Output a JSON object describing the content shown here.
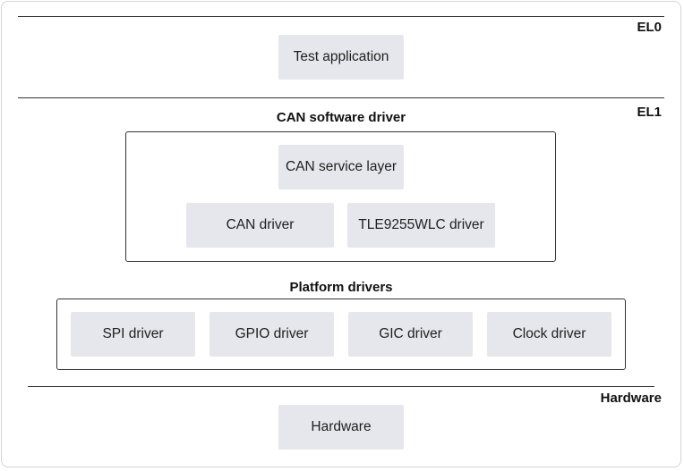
{
  "levels": {
    "el0": "EL0",
    "el1": "EL1",
    "hardware": "Hardware"
  },
  "el0": {
    "test_application": "Test application"
  },
  "can_software_driver": {
    "title": "CAN software driver",
    "service_layer": "CAN service layer",
    "can_driver": "CAN driver",
    "tle_driver": "TLE9255WLC driver"
  },
  "platform_drivers": {
    "title": "Platform drivers",
    "items": [
      "SPI driver",
      "GPIO driver",
      "GIC driver",
      "Clock driver"
    ]
  },
  "hardware": {
    "box": "Hardware"
  },
  "colors": {
    "box_fill": "#e6e7ec",
    "line": "#333333",
    "frame_border": "#d4d4d4"
  }
}
